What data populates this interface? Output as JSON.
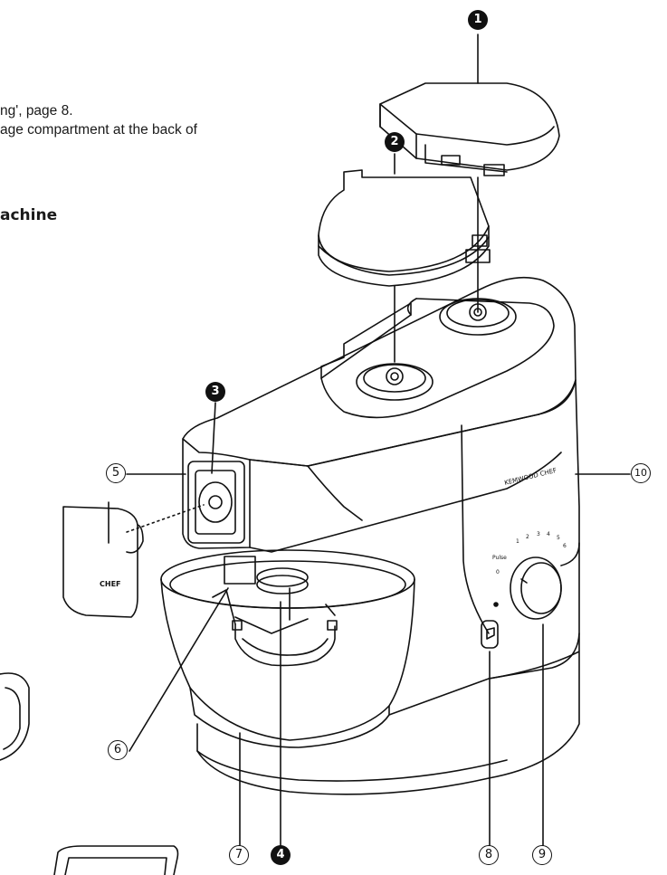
{
  "text": {
    "line1": "ng', page 8.",
    "line2": "age compartment at the back of",
    "heading": "achine",
    "brand": "KEMWOOD CHEF",
    "cover_label": "CHEF",
    "speed_min": "0",
    "speed_pulse": "Pulse"
  },
  "callouts": {
    "c1": "1",
    "c2": "2",
    "c3": "3",
    "c4": "4",
    "c5": "5",
    "c6": "6",
    "c7": "7",
    "c8": "8",
    "c9": "9",
    "c10": "10"
  },
  "speed_ticks": [
    "1",
    "2",
    "3",
    "4",
    "5",
    "6"
  ],
  "colors": {
    "ink": "#111111",
    "paper": "#ffffff"
  }
}
